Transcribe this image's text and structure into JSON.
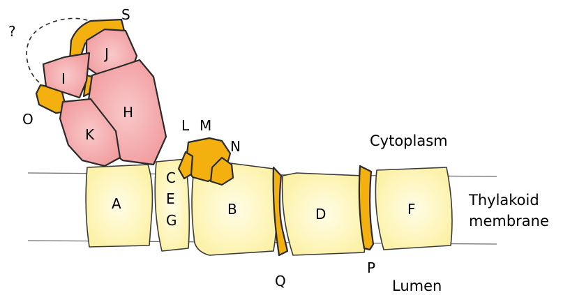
{
  "labels": {
    "question": "?",
    "S": "S",
    "J": "J",
    "I": "I",
    "O": "O",
    "H": "H",
    "K": "K",
    "L": "L",
    "M": "M",
    "N": "N",
    "A": "A",
    "C": "C",
    "E": "E",
    "G": "G",
    "B": "B",
    "D": "D",
    "F": "F",
    "Q": "Q",
    "P": "P"
  },
  "regions": {
    "cytoplasm": "Cytoplasm",
    "membrane_line1": "Thylakoid",
    "membrane_line2": "membrane",
    "lumen": "Lumen"
  },
  "colors": {
    "membrane_subunit": "#fdf5b0",
    "stromal_subunit": "#f4a4a7",
    "small_subunit": "#f4b00f"
  }
}
